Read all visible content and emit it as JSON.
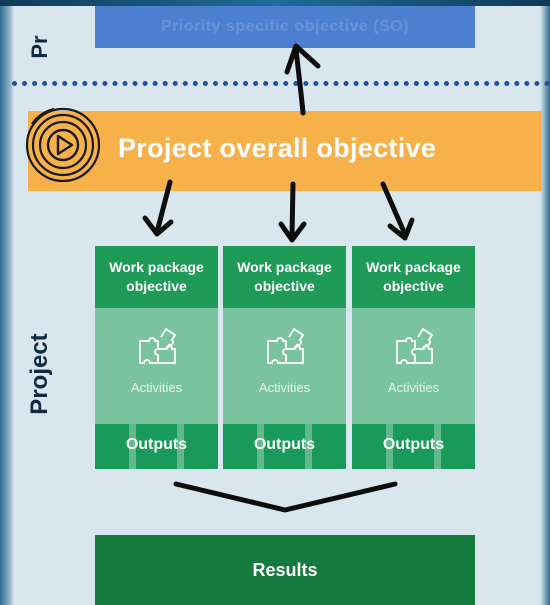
{
  "top_bar": {
    "faded_text": "Priority specific objective (SO)",
    "color": "#4d7fd0"
  },
  "side_labels": {
    "top_partial": "Pr",
    "project": "Project"
  },
  "objective": {
    "title": "Project overall objective",
    "band_color": "#f7b14a",
    "icon": "play-icon"
  },
  "work_packages": [
    {
      "objective": "Work package objective",
      "activities": "Activities",
      "outputs": "Outputs",
      "icon": "puzzle-icon"
    },
    {
      "objective": "Work package objective",
      "activities": "Activities",
      "outputs": "Outputs",
      "icon": "puzzle-icon"
    },
    {
      "objective": "Work package objective",
      "activities": "Activities",
      "outputs": "Outputs",
      "icon": "puzzle-icon"
    }
  ],
  "results": {
    "label": "Results",
    "color": "#157a3d"
  },
  "colors": {
    "wp_header": "#1f9b57",
    "wp_body": "#79c49f",
    "wp_outputs": "#19995a",
    "background": "#d9e6ee",
    "dotted_line": "#1f4fa0"
  }
}
